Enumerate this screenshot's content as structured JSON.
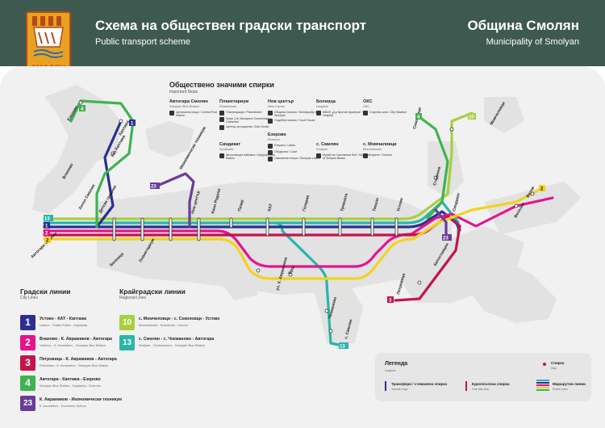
{
  "header": {
    "title_bg": "Схема на обществен градски транспорт",
    "title_en": "Public transport scheme",
    "municipality_bg": "Община Смолян",
    "municipality_en": "Municipality of Smolyan",
    "crest_text": "СМОЛЯН",
    "bg_color": "#3e5a50"
  },
  "important_stops": {
    "title_bg": "Обществено значими спирки",
    "title_en": "Important Stops",
    "columns": [
      {
        "title": "Автогара Смолян",
        "sub": "Smolyan Bus Station",
        "items": [
          "Централна поща / Central Post Station"
        ]
      },
      {
        "title": "Планетариум",
        "sub": "Planetarium",
        "items": [
          "Планетариум / Planetarium",
          "Храм „Св. Висарион Смоленски“ / Cathedral",
          "Център за изкуства / Arts Center"
        ]
      },
      {
        "title": "Нов център",
        "sub": "New Center",
        "items": [
          "Община Смолян / Municipality of Smolyan",
          "Съдебна палата / Court House"
        ]
      },
      {
        "title": "Болница",
        "sub": "Hospital",
        "items": [
          "МБАЛ „Д-р Братан Шукеров“ / Hospital"
        ]
      },
      {
        "title": "ОКС",
        "sub": "ОКС",
        "items": [
          "Спортна зала / City Stadium"
        ]
      }
    ],
    "columns2": [
      {
        "title": "Синдикат",
        "sub": "Syndicate",
        "items": [
          "Автостанция Кайляка / Kaylyaka Bus Station"
        ]
      },
      {
        "title": "Езерово",
        "sub": "Ezerovo",
        "items": [
          "Езерата / Lakes",
          "Пещерата / Cave",
          "Смолянски езера / Smolyan Lakes"
        ]
      },
      {
        "title": "с. Смилян",
        "sub": "Smilyan",
        "items": [
          "Музей на Смилянски боб / Museum of Smilyan Beans"
        ]
      },
      {
        "title": "с. Момчиловци",
        "sub": "Momchilovtsi",
        "items": [
          "Сирене / Cheese"
        ]
      }
    ]
  },
  "city_lines": {
    "title_bg": "Градски линии",
    "title_en": "City Lines",
    "items": [
      {
        "number": "1",
        "color": "#2b2f8f",
        "name": "Устово - КАТ - Каптажа",
        "name_en": "Ustovo - Traffic Police - Kaptazha"
      },
      {
        "number": "2",
        "color": "#e3148c",
        "name": "Влахово - К. Аврамиков - Автогара",
        "name_en": "Vlahovo - K. Avramikov - Smolyan Bus Station"
      },
      {
        "number": "3",
        "color": "#c4144a",
        "name": "Петровица - К. Аврамиков - Автогара",
        "name_en": "Petrovitsa - K. Avramikov - Smolyan Bus Station"
      },
      {
        "number": "4",
        "color": "#3fb34f",
        "name": "Автогара - Каптажа - Езерово",
        "name_en": "Smolyan Bus Station - Kaptazha - Ezerovo"
      },
      {
        "number": "23",
        "color": "#6a3d98",
        "name": "К. Аврамиков - Икономически техникум",
        "name_en": "K. Avramikov - Economic School"
      }
    ]
  },
  "regional_lines": {
    "title_bg": "Крайградски линии",
    "title_en": "Regional Lines",
    "items": [
      {
        "number": "10",
        "color": "#a9cf3e",
        "name": "с. Момчиловци - с. Соколовци - Устово",
        "name_en": "Momchilovtsi - Sokolovtsi - Ustovo"
      },
      {
        "number": "13",
        "color": "#28b6a8",
        "name": "с. Смилян - с. Чокманово - Автогара",
        "name_en": "Smilyan - Chokmanovo - Smolyan Bus Station"
      }
    ]
  },
  "legend": {
    "title_bg": "Легенда",
    "title_en": "Legend",
    "stop_bg": "Спирка",
    "stop_en": "Stop",
    "transfer_bg": "Трансфери / стоманена спирка",
    "transfer_en": "Transfer stop",
    "oneway_bg": "Еднопосочна спирка",
    "oneway_en": "One way stop",
    "routes_bg": "Маршрутни линии",
    "routes_en": "Route Lines"
  },
  "map_badges": [
    {
      "number": "4",
      "color": "#3fb34f"
    },
    {
      "number": "1",
      "color": "#2b2f8f"
    },
    {
      "number": "23",
      "color": "#6a3d98"
    },
    {
      "number": "13",
      "color": "#28b6a8"
    },
    {
      "number": "1",
      "color": "#2b2f8f"
    },
    {
      "number": "2",
      "color": "#e3148c"
    },
    {
      "number": "3",
      "color": "#c4144a"
    },
    {
      "number": "10",
      "color": "#a9cf3e"
    },
    {
      "number": "2",
      "color": "#e3148c"
    },
    {
      "number": "10",
      "color": "#a9cf3e"
    },
    {
      "number": "4",
      "color": "#3fb34f"
    },
    {
      "number": "3",
      "color": "#c4144a"
    },
    {
      "number": "13",
      "color": "#28b6a8"
    },
    {
      "number": "23",
      "color": "#6a3d98"
    }
  ],
  "stations": [
    {
      "name": "Езерово",
      "en": "Ezerovo"
    },
    {
      "name": "Каптажа",
      "en": "Kaptazha"
    },
    {
      "name": "Ухо Каптажа",
      "en": "Kaptazha"
    },
    {
      "name": "Влахово",
      "en": "Vlahovo"
    },
    {
      "name": "Хотел Смолян",
      "en": "Hotel Smolyan"
    },
    {
      "name": "Детски градини",
      "en": "Kindergardens"
    },
    {
      "name": "Болница",
      "en": "Hospital"
    },
    {
      "name": "Нов център",
      "en": "New Center"
    },
    {
      "name": "Планетариум",
      "en": "Planetarium"
    },
    {
      "name": "Кино Родопи",
      "en": "Rodopi Cinema"
    },
    {
      "name": "КАТ",
      "en": "Traffic Police"
    },
    {
      "name": "Синдикат",
      "en": "Syndicate"
    },
    {
      "name": "Стадиона",
      "en": "Stadium"
    },
    {
      "name": "Устово",
      "en": "Ustovo"
    },
    {
      "name": "Петровица",
      "en": "Petrovitsa"
    },
    {
      "name": "Чокманово",
      "en": "Chokmanovo"
    },
    {
      "name": "с. Смилян",
      "en": "Smilyan"
    },
    {
      "name": "ул. К. Аврамиков",
      "en": "K. Avramikov st."
    },
    {
      "name": "Бряг",
      "en": "Bryag"
    },
    {
      "name": "Соколовци",
      "en": "Sokolovtsi"
    },
    {
      "name": "Момчиловци",
      "en": "Momchilovtsi"
    },
    {
      "name": "Автогара Смолян",
      "en": "Smolyan Bus Station"
    },
    {
      "name": "Икономически техникум",
      "en": "Economic School"
    },
    {
      "name": "Тикале",
      "en": "Tikale"
    },
    {
      "name": "Веселие",
      "en": "Veselie"
    },
    {
      "name": "Ватов",
      "en": "Vatov"
    },
    {
      "name": "Пазар",
      "en": "Market"
    },
    {
      "name": "Тревната",
      "en": "Trevnata"
    },
    {
      "name": "Автостанция",
      "en": "Bus Station"
    },
    {
      "name": "Галерия",
      "en": "Gallery"
    }
  ]
}
